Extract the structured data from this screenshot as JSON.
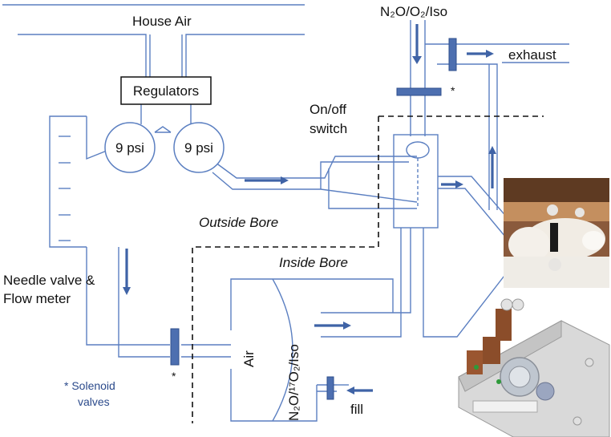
{
  "labels": {
    "house_air": "House Air",
    "gas_mix_top": "N₂O/O₂/Iso",
    "exhaust": "exhaust",
    "asterisk": "*",
    "regulators": "Regulators",
    "on_off_switch_line1": "On/off",
    "on_off_switch_line2": "switch",
    "gauge_left": "9 psi",
    "gauge_right": "9 psi",
    "outside_bore": "Outside Bore",
    "inside_bore": "Inside Bore",
    "needle_valve_line1": "Needle valve &",
    "needle_valve_line2": "Flow meter",
    "solenoid_line1": "* Solenoid",
    "solenoid_line2": "valves",
    "air": "Air",
    "gas_mix_reservoir": "N₂O/¹⁷O₂/Iso",
    "fill": "fill"
  },
  "photos": {
    "animal_photo": "rat-in-holder-photo",
    "device_render": "animal-cradle-cad-render"
  },
  "colors": {
    "pipe": "#5b7fc1",
    "valve": "#4d6fb0",
    "arrow": "#3f63a6",
    "boundary": "#111111"
  }
}
